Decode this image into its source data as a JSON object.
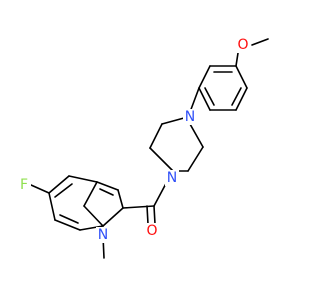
{
  "colors": {
    "background": "#ffffff",
    "bond": "#000000",
    "oxygen": "#ff0d0d",
    "nitrogen": "#3050f8",
    "fluorine": "#90e050"
  },
  "atoms": {
    "methoxy_oxygen": "O",
    "piperazine_n_top": "N",
    "piperazine_n_bottom": "N",
    "carbonyl_oxygen": "O",
    "indole_nitrogen": "N",
    "fluorine": "F"
  }
}
